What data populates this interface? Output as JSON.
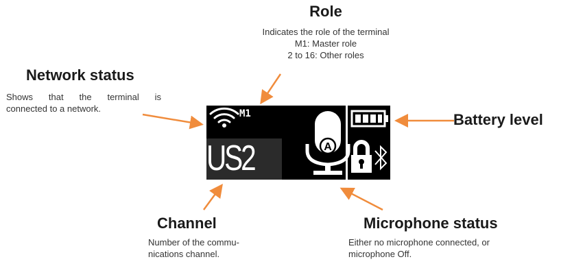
{
  "role": {
    "title": "Role",
    "lines": [
      "Indicates the role of the terminal",
      "M1: Master role",
      "2 to 16: Other roles"
    ]
  },
  "network_status": {
    "title": "Network status",
    "lines": [
      "Shows that the terminal is",
      "connected to a network."
    ]
  },
  "battery_level": {
    "title": "Battery level"
  },
  "channel": {
    "title": "Channel",
    "lines": [
      "Number of the commu-",
      "nications channel."
    ]
  },
  "microphone_status": {
    "title": "Microphone status",
    "lines": [
      "Either no microphone connected, or",
      "microphone Off."
    ]
  },
  "display": {
    "role_value": "M1",
    "channel_value": "US2",
    "mic_letter": "A",
    "icons": [
      "wifi-icon",
      "battery-icon",
      "microphone-icon",
      "lock-icon",
      "bluetooth-icon"
    ]
  },
  "colors": {
    "arrow": "#f08c3c",
    "display_bg": "#000000",
    "channel_bg": "#2b2b2b",
    "text": "#222222"
  }
}
